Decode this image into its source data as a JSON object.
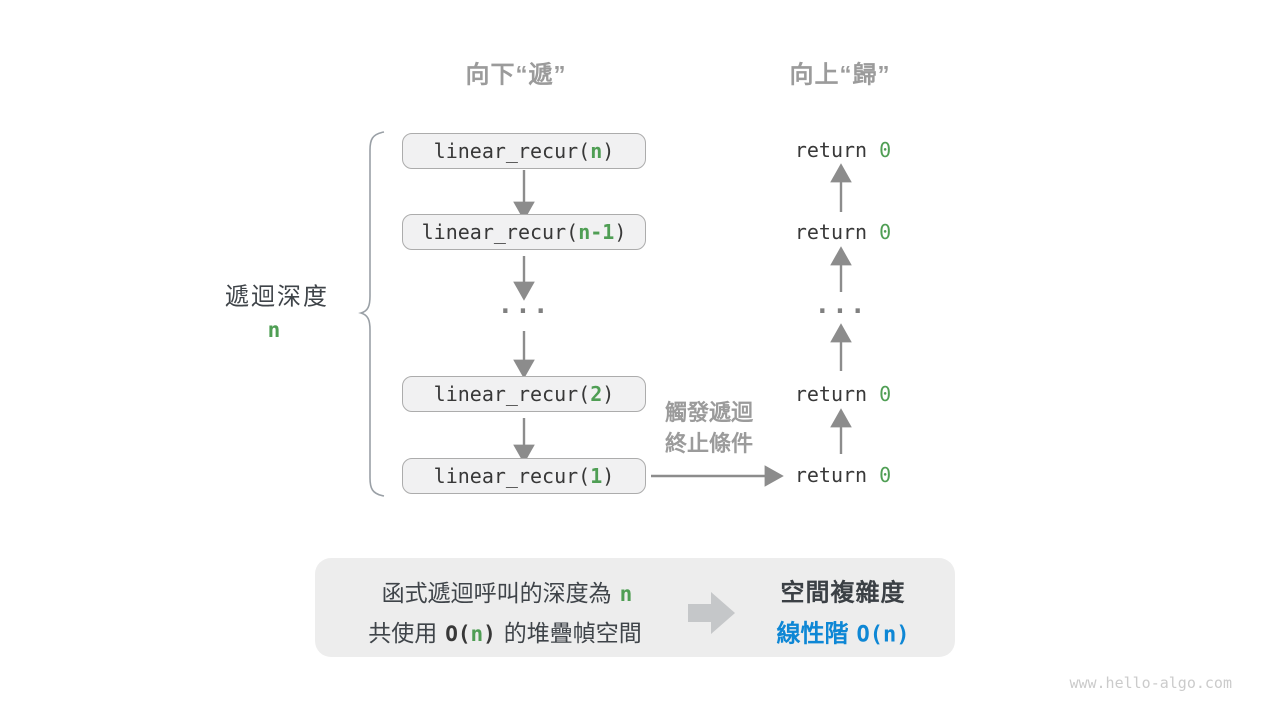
{
  "headers": {
    "down": "向下“遞”",
    "up": "向上“歸”"
  },
  "depth": {
    "label": "遞迴深度",
    "value": "n"
  },
  "down_column": {
    "boxes": [
      {
        "pre": "linear_recur(",
        "arg": "n",
        "post": ")"
      },
      {
        "pre": "linear_recur(",
        "arg": "n-1",
        "post": ")"
      },
      {
        "pre": "linear_recur(",
        "arg": "2",
        "post": ")"
      },
      {
        "pre": "linear_recur(",
        "arg": "1",
        "post": ")"
      }
    ],
    "ellipsis": "..."
  },
  "up_column": {
    "returns": [
      {
        "keyword": "return",
        "value": "0"
      },
      {
        "keyword": "return",
        "value": "0"
      },
      {
        "keyword": "return",
        "value": "0"
      },
      {
        "keyword": "return",
        "value": "0"
      }
    ],
    "ellipsis": "..."
  },
  "termination": {
    "line1": "觸發遞迴",
    "line2": "終止條件"
  },
  "summary": {
    "line1": {
      "text": "函式遞迴呼叫的深度為",
      "value": "n"
    },
    "line2": {
      "pre": "共使用",
      "o_open": "O(",
      "value": "n",
      "o_close": ")",
      "post": "的堆疊幀空間"
    },
    "title": "空間複雜度",
    "result": {
      "label": "線性階",
      "big_o": "O(n)"
    }
  },
  "watermark": "www.hello-algo.com",
  "colors": {
    "green": "#4f9e54",
    "blue": "#0e87d5",
    "label_gray": "#9b9b9b",
    "text_dark": "#383838",
    "box_fill": "#f1f1f2",
    "box_border": "#acacac",
    "arrow_gray": "#8c8c8c",
    "panel_fill": "#ededed",
    "block_arrow": "#c5c7c9"
  }
}
